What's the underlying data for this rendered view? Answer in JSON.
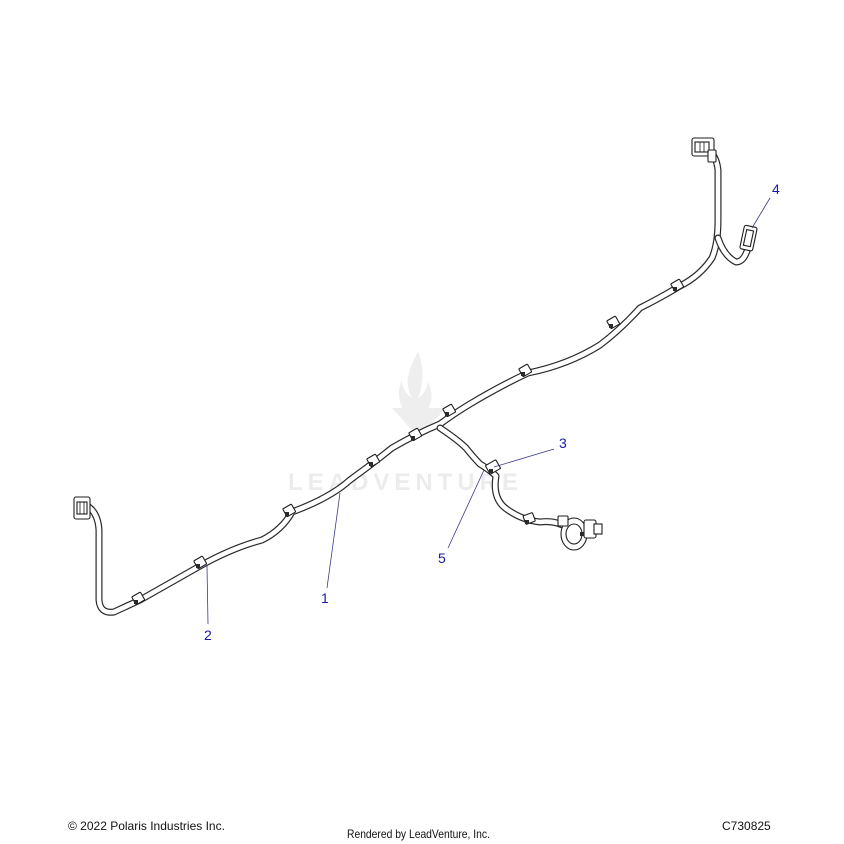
{
  "watermark": {
    "text": "LEADVENTURE"
  },
  "callouts": [
    {
      "id": "1",
      "label": "1"
    },
    {
      "id": "2",
      "label": "2"
    },
    {
      "id": "3",
      "label": "3"
    },
    {
      "id": "4",
      "label": "4"
    },
    {
      "id": "5",
      "label": "5"
    }
  ],
  "footer": {
    "copyright": "© 2022 Polaris Industries Inc.",
    "rendered_by": "Rendered by LeadVenture, Inc.",
    "part_number": "C730825"
  },
  "colors": {
    "callout": "#1a1aa6",
    "line": "#2a2a2a",
    "watermark": "#ececec"
  }
}
